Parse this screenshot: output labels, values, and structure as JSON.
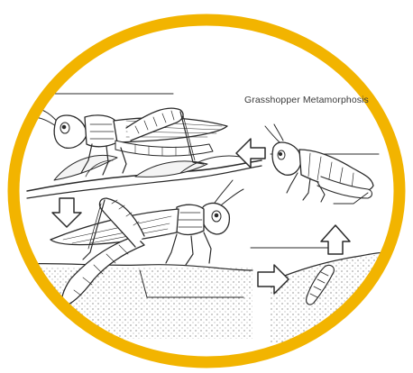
{
  "diagram": {
    "title": "Grasshopper Metamorphosis",
    "frame_color": "#f2b400",
    "stages": [
      "egg",
      "nymph",
      "adult"
    ],
    "arrows": [
      "down",
      "right",
      "up",
      "left"
    ]
  }
}
